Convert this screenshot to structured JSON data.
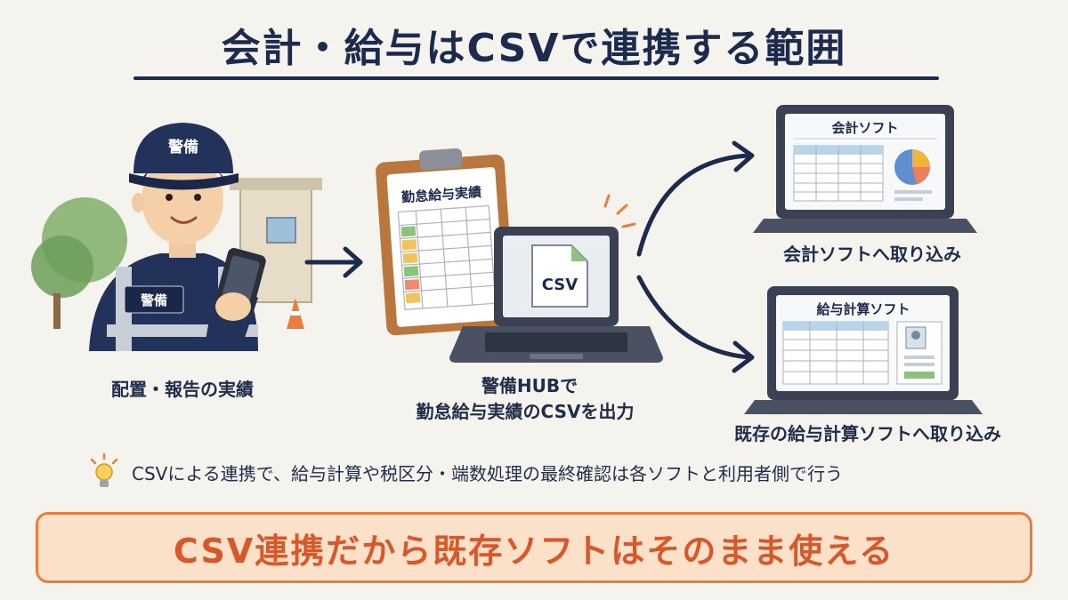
{
  "title": "会計・給与はCSVで連携する範囲",
  "guard": {
    "cap_badge": "警備",
    "chest_badge": "警備",
    "caption": "配置・報告の実績"
  },
  "center": {
    "clipboard_title": "勤怠給与実績",
    "file_label": "CSV",
    "caption_line1": "警備HUBで",
    "caption_line2": "勤怠給与実績のCSVを出力"
  },
  "accounting": {
    "screen_title": "会計ソフト",
    "caption": "会計ソフトへ取り込み"
  },
  "payroll": {
    "screen_title": "給与計算ソフト",
    "caption": "既存の給与計算ソフトへ取り込み"
  },
  "note": {
    "icon": "lightbulb-icon",
    "text": "CSVによる連携で、給与計算や税区分・端数処理の最終確認は各ソフトと利用者側で行う"
  },
  "banner": {
    "text": "CSV連携だから既存ソフトはそのまま使える"
  },
  "colors": {
    "navy": "#1c2a4d",
    "accent_orange": "#e87d3e",
    "banner_fill": "#fbe1c9",
    "banner_text": "#d9582a"
  }
}
